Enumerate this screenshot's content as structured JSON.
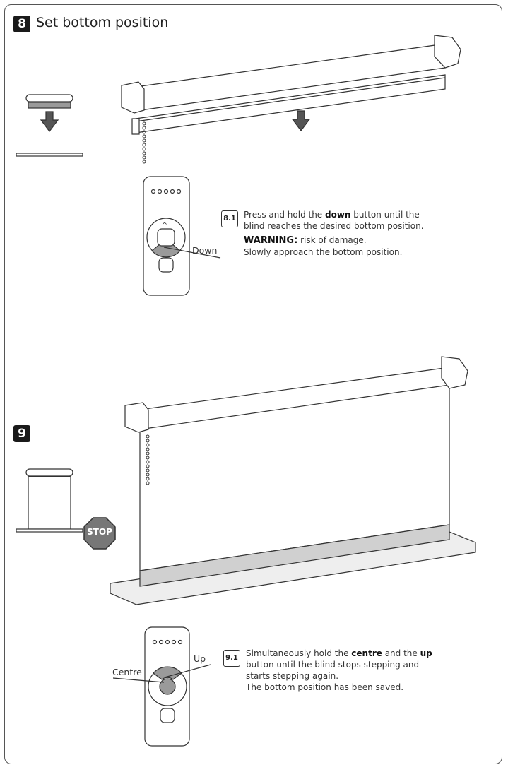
{
  "section8": {
    "number": "8",
    "title": "Set bottom position",
    "step": {
      "id": "8.1",
      "text_pre": "Press and hold the ",
      "text_bold": "down",
      "text_post": " button until the",
      "text_line2": "blind reaches the desired bottom position.",
      "warning_label": "WARNING:",
      "warning_text": " risk of damage.",
      "warning_line2": "Slowly approach the bottom position."
    },
    "remote_label": "Down"
  },
  "section9": {
    "number": "9",
    "stop_sign": "STOP",
    "step": {
      "id": "9.1",
      "line1_pre": "Simultaneously hold the ",
      "line1_bold1": "centre",
      "line1_mid": " and the ",
      "line1_bold2": "up",
      "line2": "button until the blind stops stepping and",
      "line3": "starts stepping again.",
      "line4": "The bottom position has been saved."
    },
    "label_centre": "Centre",
    "label_up": "Up"
  },
  "colors": {
    "line": "#333333",
    "highlight": "#9a9a9a",
    "fabric": "#d9d9d9",
    "sill": "#eeeeee"
  }
}
